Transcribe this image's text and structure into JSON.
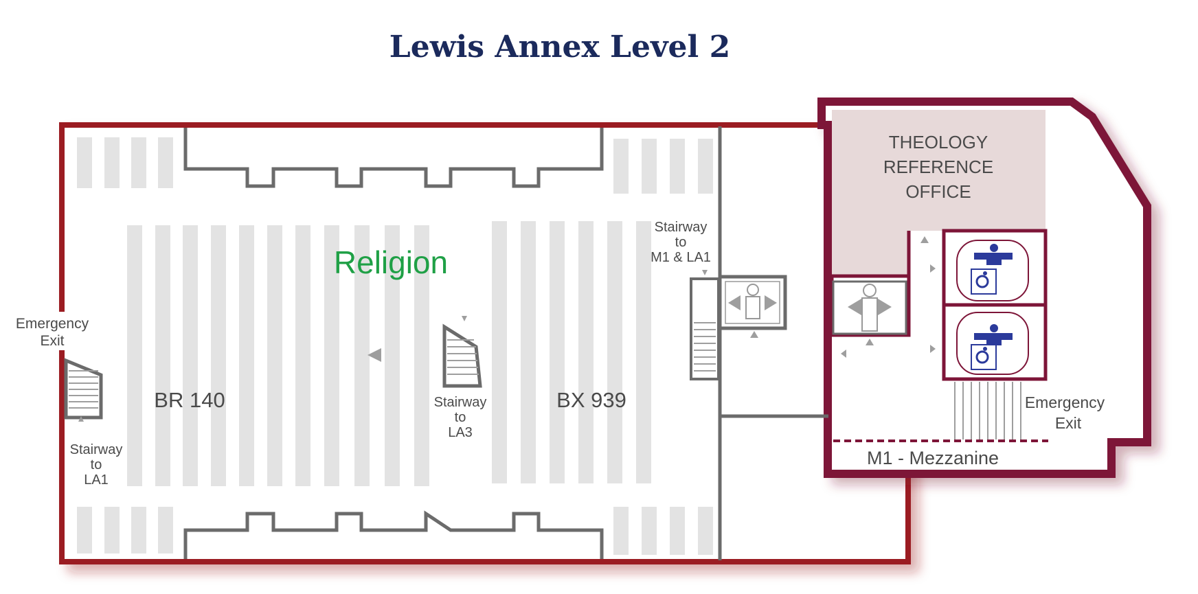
{
  "title": "Lewis Annex Level 2",
  "colors": {
    "title": "#1b2a5c",
    "outer_wall": "#9b1c22",
    "annex_wall": "#7d1538",
    "inner_wall": "#6b6b6b",
    "shelf": "#e3e3e3",
    "office_fill": "#e7d9d9",
    "religion_label": "#1fa046",
    "restroom_icon": "#2b3a9b"
  },
  "labels": {
    "religion": "Religion",
    "call_start": "BR 140",
    "call_end": "BX 939",
    "theology_office": [
      "THEOLOGY",
      "REFERENCE",
      "OFFICE"
    ],
    "emergency_exit_left": [
      "Emergency",
      "Exit"
    ],
    "stairway_la1": [
      "Stairway",
      "to",
      "LA1"
    ],
    "stairway_la3": [
      "Stairway",
      "to",
      "LA3"
    ],
    "stairway_mi_la1": [
      "Stairway",
      "to",
      "M1 & LA1"
    ],
    "emergency_exit_right": [
      "Emergency",
      "Exit"
    ],
    "mezzanine": "M1 - Mezzanine"
  },
  "icons": [
    "elevator-icon",
    "restroom-icon",
    "wheelchair-icon",
    "stairs-icon",
    "arrow-icon"
  ]
}
